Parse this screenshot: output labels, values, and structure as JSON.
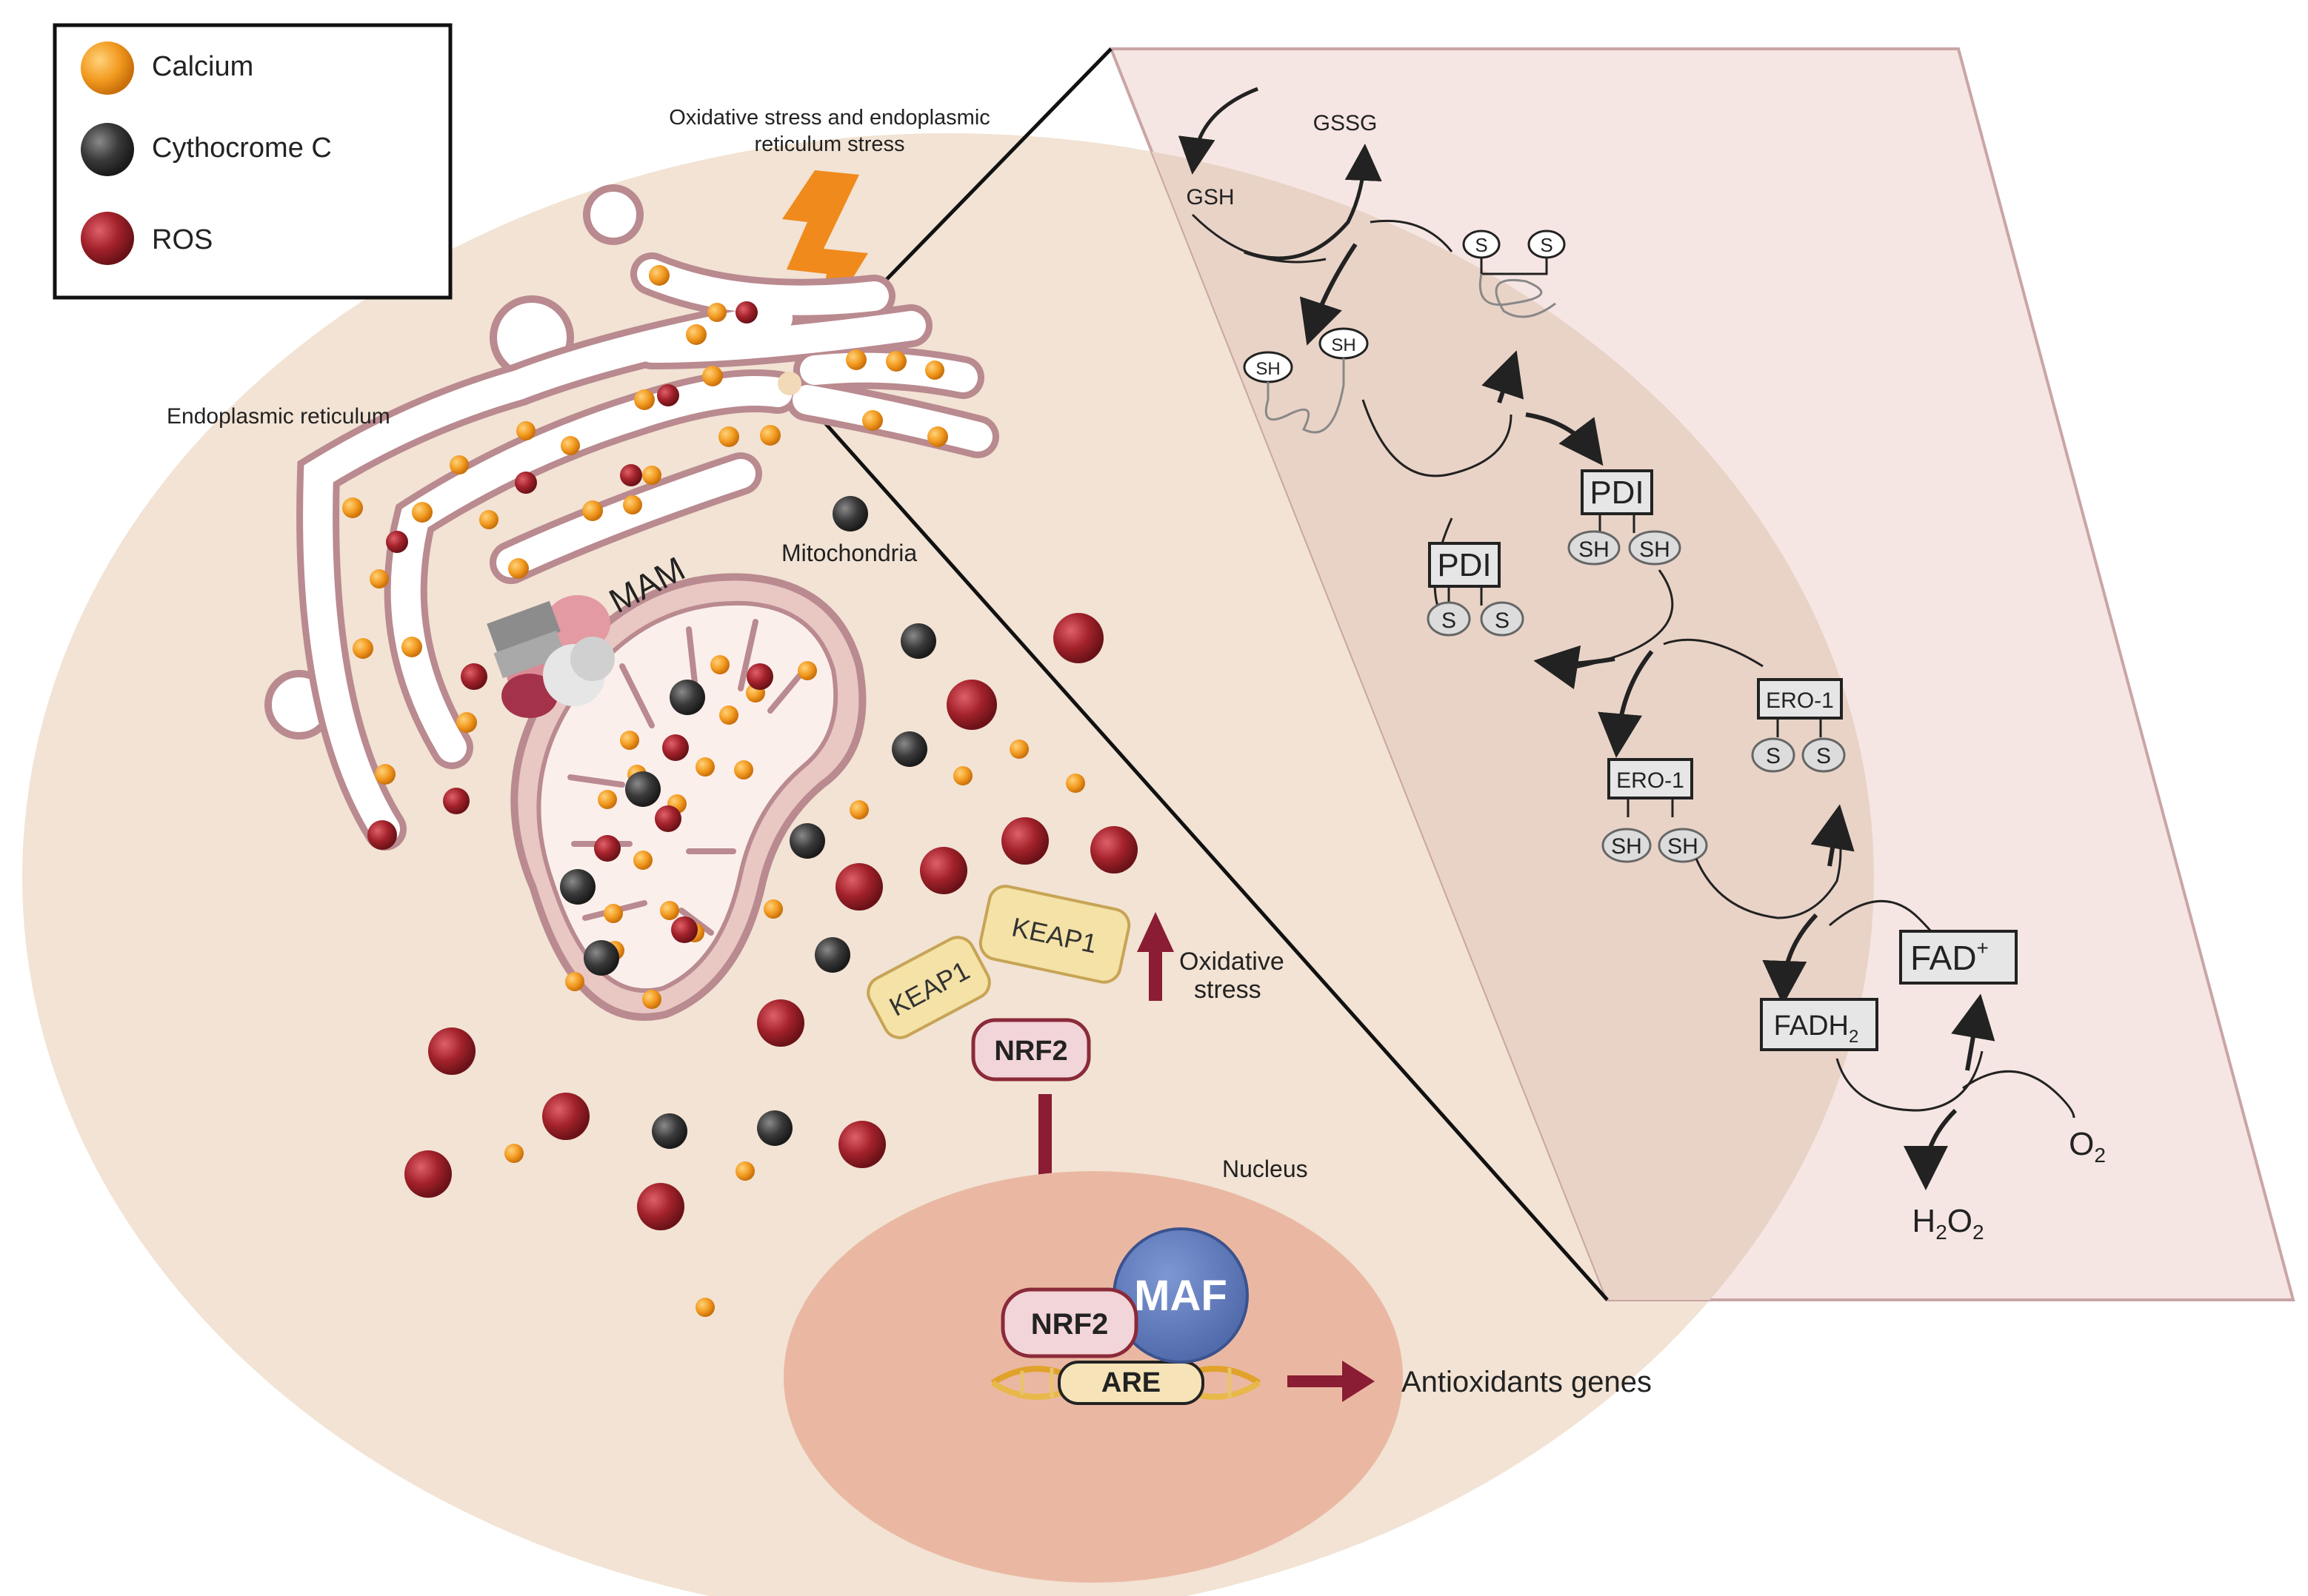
{
  "legend": {
    "items": [
      {
        "label": "Calcium",
        "color": "#f29a1f"
      },
      {
        "label": "Cythocrome C",
        "color": "#3a3a3a"
      },
      {
        "label": "ROS",
        "color": "#a3222b"
      }
    ]
  },
  "labels": {
    "stress_line1": "Oxidative stress and endoplasmic",
    "stress_line2": "reticulum stress",
    "er": "Endoplasmic reticulum",
    "mam": "MAM",
    "mitochondria": "Mitochondria",
    "keap1_a": "KEAP1",
    "keap1_b": "KEAP1",
    "oxidative_stress_line1": "Oxidative",
    "oxidative_stress_line2": "stress",
    "nrf2_cyto": "NRF2",
    "nucleus": "Nucleus",
    "nrf2_nucleus": "NRF2",
    "maf": "MAF",
    "are": "ARE",
    "antioxidant_genes": "Antioxidants genes"
  },
  "cycle": {
    "gssg": "GSSG",
    "gsh": "GSH",
    "s1": "S",
    "s2": "S",
    "sh1": "SH",
    "sh2": "SH",
    "pdi_reduced": "PDI",
    "pdi_reduced_sh1": "SH",
    "pdi_reduced_sh2": "SH",
    "pdi_oxidized": "PDI",
    "pdi_oxidized_s1": "S",
    "pdi_oxidized_s2": "S",
    "ero1_oxidized": "ERO-1",
    "ero1_oxidized_s1": "S",
    "ero1_oxidized_s2": "S",
    "ero1_reduced": "ERO-1",
    "ero1_reduced_sh1": "SH",
    "ero1_reduced_sh2": "SH",
    "fad_plus_base": "FAD",
    "fad_plus_sup": "+",
    "fadh2_base": "FADH",
    "fadh2_sub": "2",
    "o2_base": "O",
    "o2_sub": "2",
    "h2o2_h": "H",
    "h2o2_sub1": "2",
    "h2o2_o": "O",
    "h2o2_sub2": "2"
  }
}
